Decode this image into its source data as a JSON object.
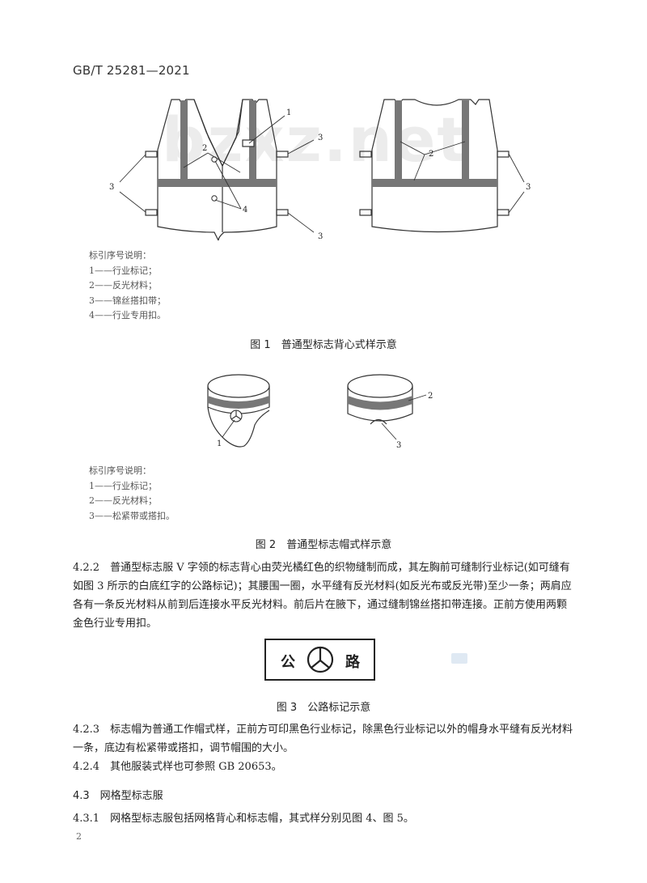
{
  "header": {
    "standard_code": "GB/T 25281—2021"
  },
  "watermark": "bzxz.net",
  "figure1": {
    "callouts": {
      "c1": "1",
      "c2": "2",
      "c3": "3",
      "c4": "4"
    },
    "legend_title": "标引序号说明：",
    "legend_items": [
      "1——行业标记；",
      "2——反光材料；",
      "3——锦丝搭扣带；",
      "4——行业专用扣。"
    ],
    "caption": "图 1　普通型标志背心式样示意"
  },
  "figure2": {
    "callouts": {
      "c1": "1",
      "c2": "2",
      "c3": "3"
    },
    "legend_title": "标引序号说明：",
    "legend_items": [
      "1——行业标记；",
      "2——反光材料；",
      "3——松紧带或搭扣。"
    ],
    "caption": "图 2　普通型标志帽式样示意"
  },
  "para_422": "4.2.2　普通型标志服 V 字领的标志背心由荧光橘红色的织物缝制而成，其左胸前可缝制行业标记(如可缝有如图 3 所示的白底红字的公路标记)；其腰围一圈，水平缝有反光材料(如反光布或反光带)至少一条；两肩应各有一条反光材料从前到后连接水平反光材料。前后片在腋下，通过缝制锦丝搭扣带连接。正前方使用两颗金色行业专用扣。",
  "figure3": {
    "left_char": "公",
    "right_char": "路",
    "caption": "图 3　公路标记示意"
  },
  "para_423": "4.2.3　标志帽为普通工作帽式样，正前方可印黑色行业标记，除黑色行业标记以外的帽身水平缝有反光材料一条，底边有松紧带或搭扣，调节帽围的大小。",
  "para_424": "4.2.4　其他服装式样也可参照 GB 20653。",
  "heading_43": "4.3　网格型标志服",
  "para_431": "4.3.1　网格型标志服包括网格背心和标志帽，其式样分别见图 4、图 5。",
  "page_number": "2"
}
